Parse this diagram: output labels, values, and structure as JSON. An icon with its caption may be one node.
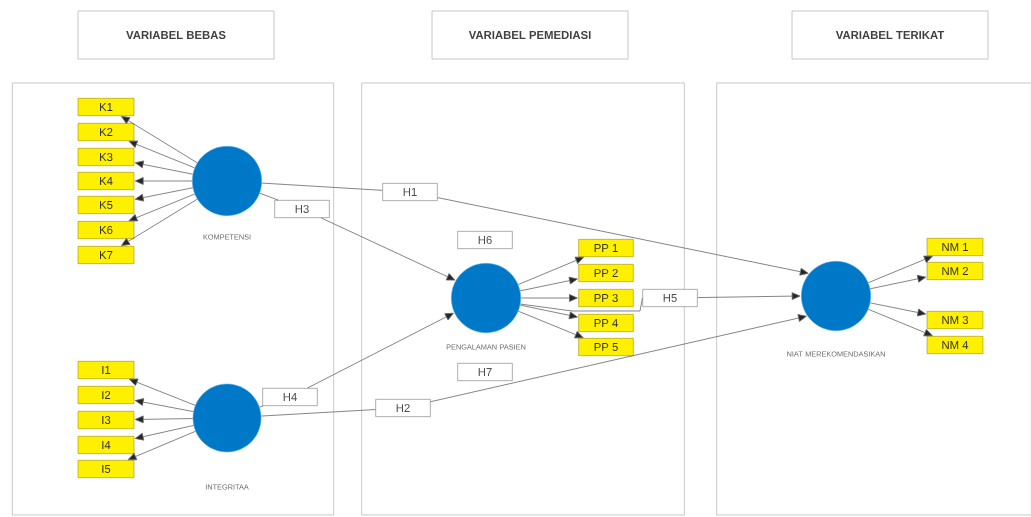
{
  "diagram": {
    "nodes": [
      {
        "text": [
          "VARIABEL BEBAS"
        ]
      },
      {
        "text": [
          "VARIABEL PEMEDIASI"
        ]
      },
      {
        "text": [
          "VARIABEL TERIKAT"
        ]
      },
      {
        "text": [],
        "shape": "box"
      },
      {
        "text": [],
        "shape": "box"
      },
      {
        "text": [],
        "shape": "box"
      },
      {
        "text": [],
        "shape": "circle",
        "beside": [
          "KOMPETENSI"
        ],
        "in": 3
      },
      {
        "text": [
          "K1"
        ],
        "in": 3
      },
      {
        "text": [
          "K2"
        ],
        "in": 3
      },
      {
        "text": [
          "K3"
        ],
        "in": 3
      },
      {
        "text": [
          "K4"
        ],
        "in": 3
      },
      {
        "text": [
          "K5"
        ],
        "in": 3
      },
      {
        "text": [
          "K6"
        ],
        "in": 3
      },
      {
        "text": [
          "K7"
        ],
        "in": 3
      },
      {
        "text": [],
        "shape": "circle",
        "in": 3
      },
      {
        "text": [
          "I1"
        ],
        "in": 3
      },
      {
        "text": [
          "I2"
        ],
        "in": 3
      },
      {
        "text": [
          "I3"
        ],
        "in": 3
      },
      {
        "text": [
          "I4"
        ],
        "in": 3
      },
      {
        "text": [
          "I5"
        ],
        "in": 3
      },
      {
        "text": [],
        "shape": "circle",
        "beside": [
          "PENGALAMAN PASIEN"
        ],
        "in": 4
      },
      {
        "text": [
          "PP 1"
        ],
        "in": 4
      },
      {
        "text": [
          "PP 2"
        ],
        "in": 4
      },
      {
        "text": [
          "PP 3"
        ],
        "in": 4
      },
      {
        "text": [
          "PP 4"
        ],
        "in": 4
      },
      {
        "text": [
          "PP 5"
        ],
        "in": 4
      },
      {
        "text": [],
        "shape": "circle",
        "beside": [
          "NIAT MEREKOMENDASIKAN"
        ],
        "in": 5
      },
      {
        "text": [
          "NM 1"
        ],
        "in": 5
      },
      {
        "text": [
          "NM 2"
        ],
        "in": 5
      },
      {
        "text": [
          "NM 3"
        ],
        "in": 5
      },
      {
        "text": [
          "NM 4"
        ],
        "in": 5
      },
      {
        "text": [
          "H6"
        ],
        "in": 4
      },
      {
        "text": [
          "H7"
        ],
        "in": 4
      },
      {
        "text": [
          "H1"
        ],
        "in": 4
      },
      {
        "text": [
          "H3"
        ],
        "in": 3
      },
      {
        "text": [
          "H4"
        ],
        "in": 3
      },
      {
        "text": [
          "H2"
        ],
        "in": 4
      },
      {
        "text": [
          "H5"
        ]
      }
    ],
    "edges": [
      {
        "from": 6,
        "to": 7,
        "arrow": "to"
      },
      {
        "from": 6,
        "to": 8,
        "arrow": "to"
      },
      {
        "from": 6,
        "to": 9,
        "arrow": "to"
      },
      {
        "from": 6,
        "to": 10,
        "arrow": "to"
      },
      {
        "from": 6,
        "to": 11,
        "arrow": "to"
      },
      {
        "from": 6,
        "to": 12,
        "arrow": "to"
      },
      {
        "from": 6,
        "to": 13,
        "arrow": "to"
      },
      {
        "from": 14,
        "to": 15,
        "arrow": "to"
      },
      {
        "from": 14,
        "to": 16,
        "arrow": "to"
      },
      {
        "from": 14,
        "to": 17,
        "arrow": "to"
      },
      {
        "from": 14,
        "to": 18,
        "arrow": "to"
      },
      {
        "from": 14,
        "to": 19,
        "arrow": "to"
      },
      {
        "from": 20,
        "to": 21,
        "arrow": "to"
      },
      {
        "from": 20,
        "to": 22,
        "arrow": "to"
      },
      {
        "from": 20,
        "to": 23,
        "arrow": "to"
      },
      {
        "from": 20,
        "to": 24,
        "arrow": "to"
      },
      {
        "from": 20,
        "to": 25,
        "arrow": "to"
      },
      {
        "from": 26,
        "to": 27,
        "arrow": "to"
      },
      {
        "from": 26,
        "to": 28,
        "arrow": "to"
      },
      {
        "from": 26,
        "to": 29,
        "arrow": "to"
      },
      {
        "from": 26,
        "to": 30,
        "arrow": "to"
      },
      {
        "from": 6,
        "to": 33,
        "arrow": "none"
      },
      {
        "from": 33,
        "to": 26,
        "arrow": "to"
      },
      {
        "from": 14,
        "to": 36,
        "arrow": "none"
      },
      {
        "from": 36,
        "to": 26,
        "arrow": "to"
      },
      {
        "from": 6,
        "to": 34,
        "arrow": "none"
      },
      {
        "from": 34,
        "to": 20,
        "arrow": "to"
      },
      {
        "from": 14,
        "to": 35,
        "arrow": "none"
      },
      {
        "from": 35,
        "to": 20,
        "arrow": "to"
      },
      {
        "from": 20,
        "to": 37,
        "arrow": "none"
      },
      {
        "from": 37,
        "to": 26,
        "arrow": "to"
      }
    ],
    "labels": [
      "INTEGRITAA"
    ]
  }
}
